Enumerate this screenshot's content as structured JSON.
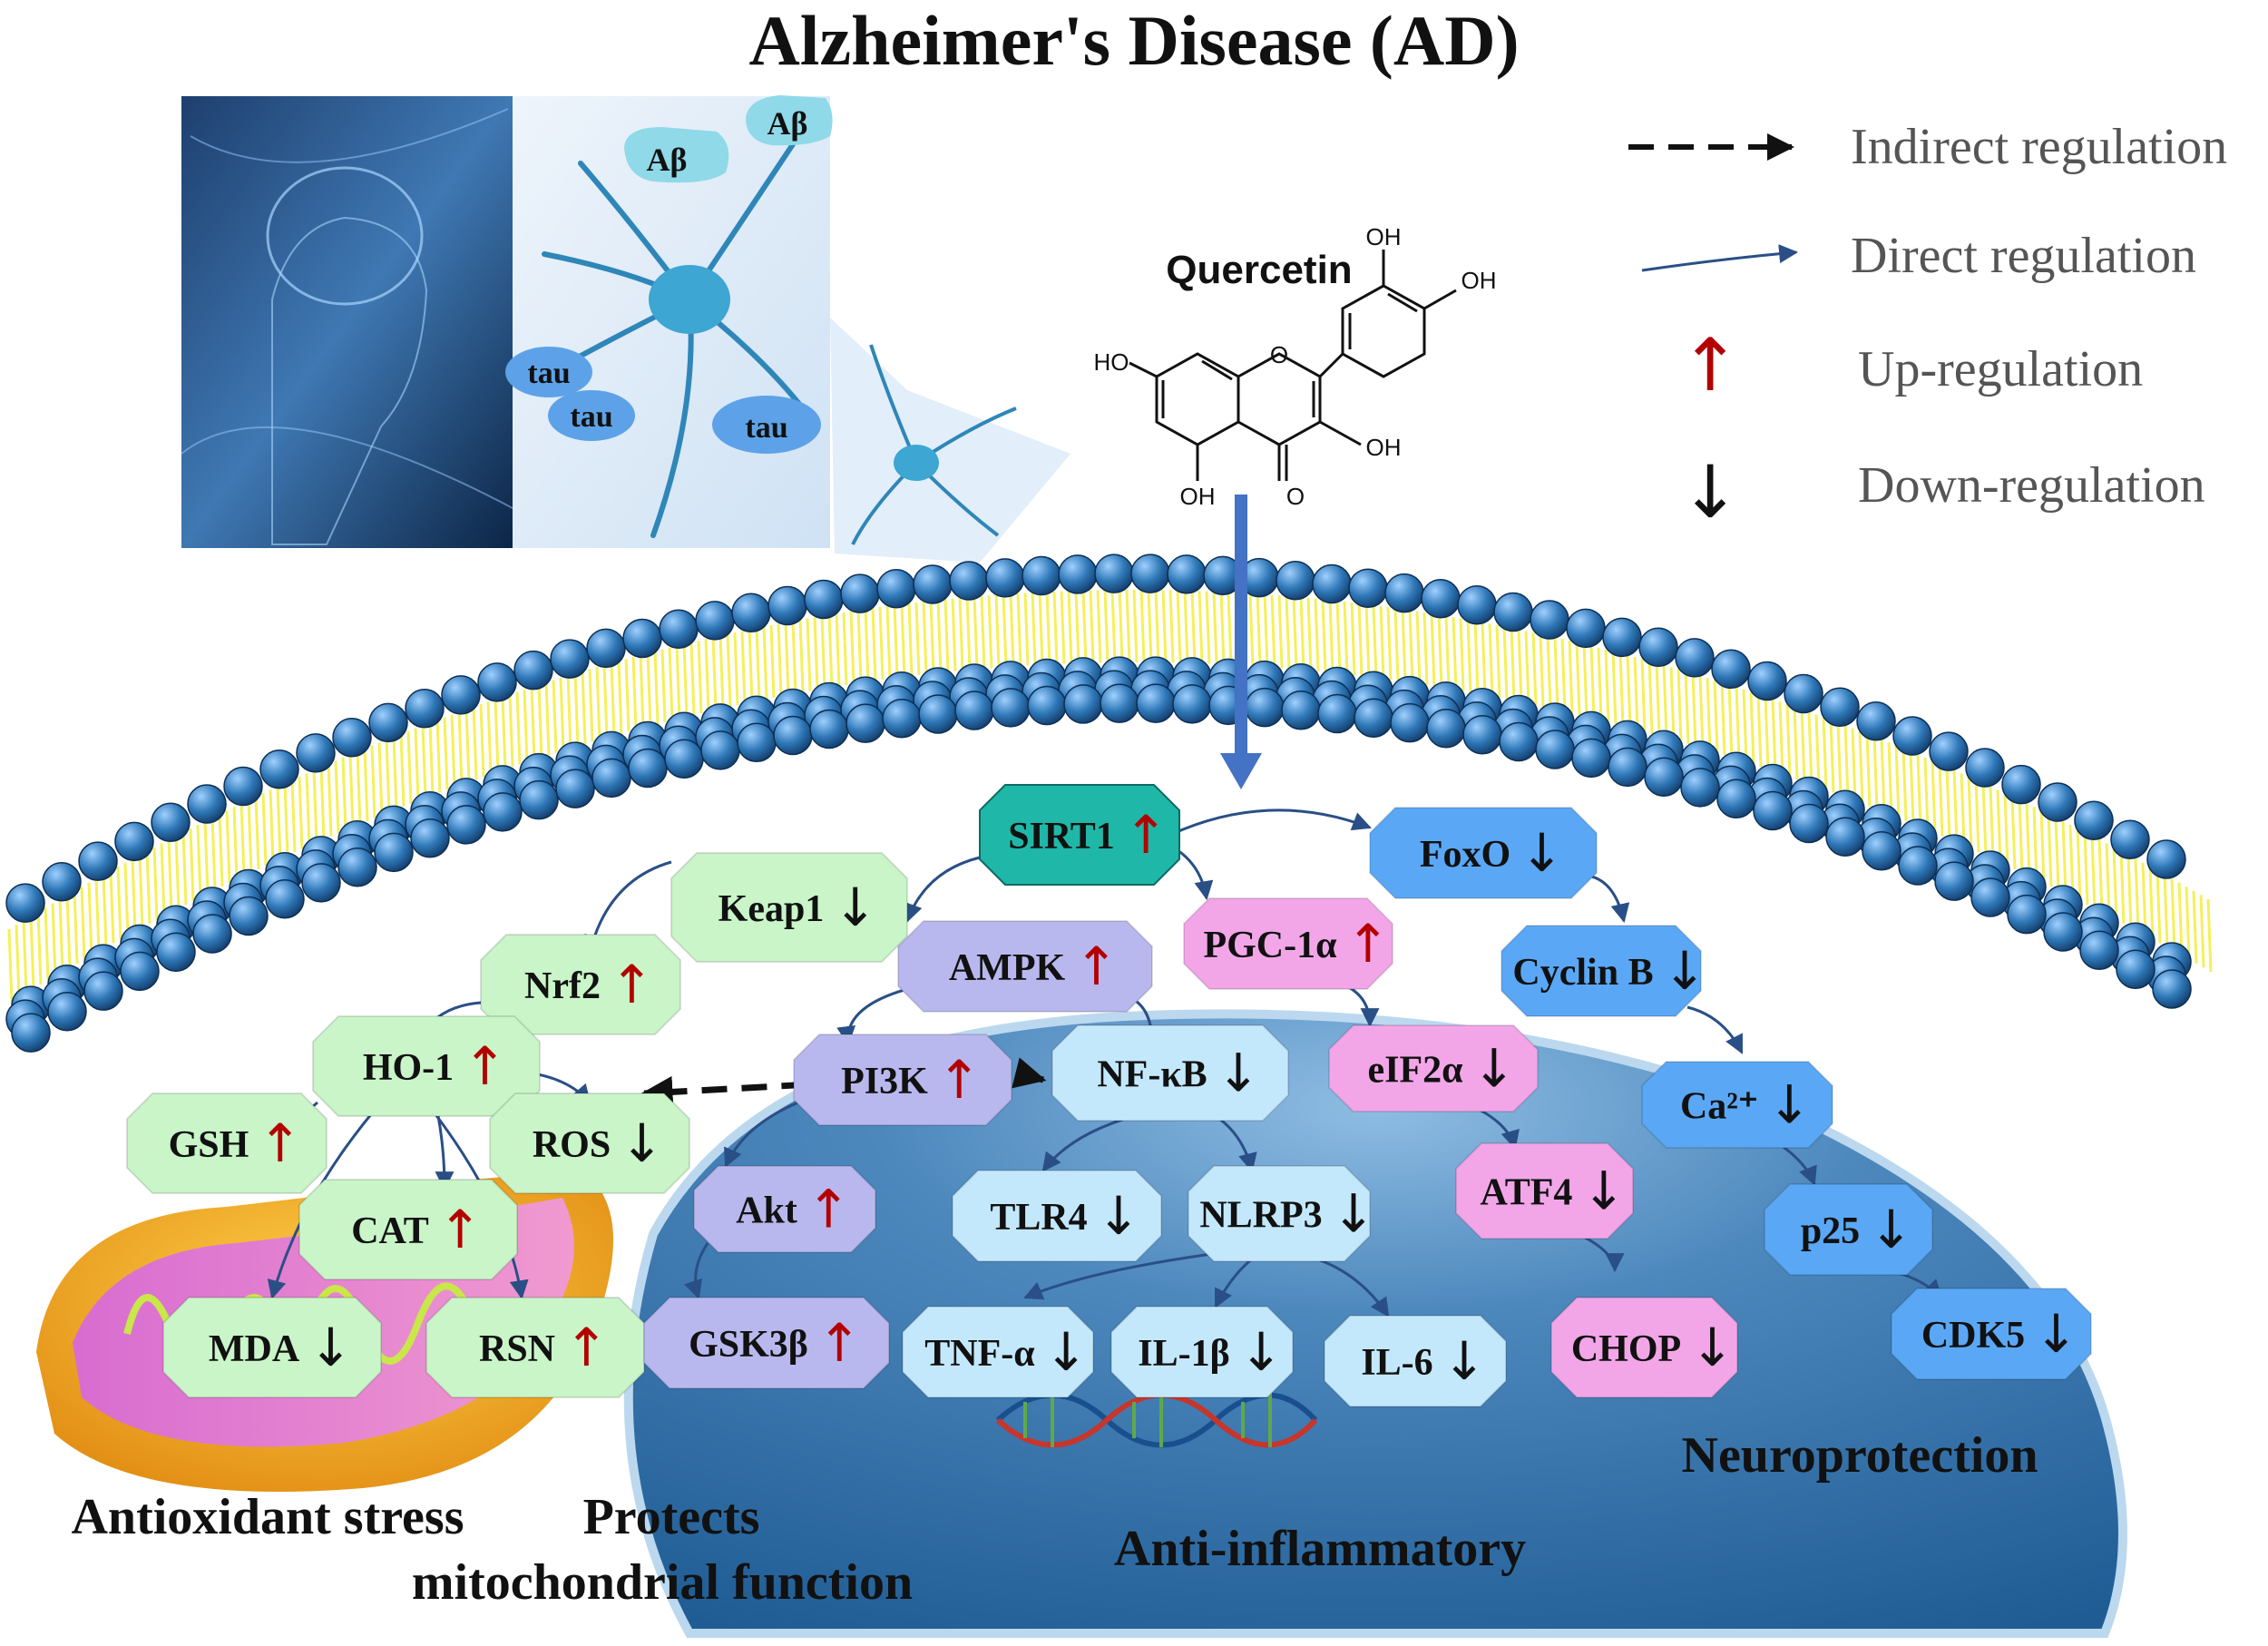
{
  "title": "Alzheimer's Disease (AD)",
  "image_labels": {
    "abeta_1": "Aβ",
    "abeta_2": "Aβ",
    "tau_1": "tau",
    "tau_2": "tau",
    "tau_3": "tau"
  },
  "compound": {
    "name": "Quercetin",
    "oh1": "OH",
    "oh2": "OH",
    "oh3": "HO",
    "oh4": "OH",
    "oh5": "OH",
    "o_ring": "O",
    "o_keto": "O"
  },
  "legend": {
    "indirect": "Indirect regulation",
    "direct": "Direct regulation",
    "up": "Up-regulation",
    "down": "Down-regulation"
  },
  "nodes": {
    "sirt1": {
      "label": "SIRT1",
      "arrow": "↑"
    },
    "keap1": {
      "label": "Keap1",
      "arrow": "↓"
    },
    "nrf2": {
      "label": "Nrf2",
      "arrow": "↑"
    },
    "ho1": {
      "label": "HO-1",
      "arrow": "↑"
    },
    "gsh": {
      "label": "GSH",
      "arrow": "↑"
    },
    "ros": {
      "label": "ROS",
      "arrow": "↓"
    },
    "cat": {
      "label": "CAT",
      "arrow": "↑"
    },
    "mda": {
      "label": "MDA",
      "arrow": "↓"
    },
    "rsn": {
      "label": "RSN",
      "arrow": "↑"
    },
    "ampk": {
      "label": "AMPK",
      "arrow": "↑"
    },
    "pgc1a": {
      "label": "PGC-1α",
      "arrow": "↑"
    },
    "pi3k": {
      "label": "PI3K",
      "arrow": "↑"
    },
    "nfkb": {
      "label": "NF-κB",
      "arrow": "↓"
    },
    "akt": {
      "label": "Akt",
      "arrow": "↑"
    },
    "gsk3b": {
      "label": "GSK3β",
      "arrow": "↑"
    },
    "tlr4": {
      "label": "TLR4",
      "arrow": "↓"
    },
    "nlrp3": {
      "label": "NLRP3",
      "arrow": "↓"
    },
    "tnfa": {
      "label": "TNF-α",
      "arrow": "↓"
    },
    "il1b": {
      "label": "IL-1β",
      "arrow": "↓"
    },
    "il6": {
      "label": "IL-6",
      "arrow": "↓"
    },
    "eif2a": {
      "label": "eIF2α",
      "arrow": "↓"
    },
    "atf4": {
      "label": "ATF4",
      "arrow": "↓"
    },
    "chop": {
      "label": "CHOP",
      "arrow": "↓"
    },
    "foxo": {
      "label": "FoxO",
      "arrow": "↓"
    },
    "cyclinb": {
      "label": "Cyclin B",
      "arrow": "↓"
    },
    "ca2": {
      "label": "Ca²⁺",
      "arrow": "↓"
    },
    "p25": {
      "label": "p25",
      "arrow": "↓"
    },
    "cdk5": {
      "label": "CDK5",
      "arrow": "↓"
    }
  },
  "sections": {
    "antioxidant": "Antioxidant stress",
    "protects_1": "Protects",
    "protects_2": "mitochondrial function",
    "anti_inflammatory": "Anti-inflammatory",
    "neuroprotection": "Neuroprotection"
  },
  "colors": {
    "green": "#c9f5c8",
    "teal": "#1fb8a8",
    "purple": "#b9b8ee",
    "pink": "#f2a6e8",
    "lightblue": "#c4e8fb",
    "blue": "#5aa8f5",
    "up_arrow": "#b30000",
    "down_arrow": "#111111",
    "membrane_ball": "#2d6ea8",
    "membrane_tail": "#f5f05a"
  }
}
